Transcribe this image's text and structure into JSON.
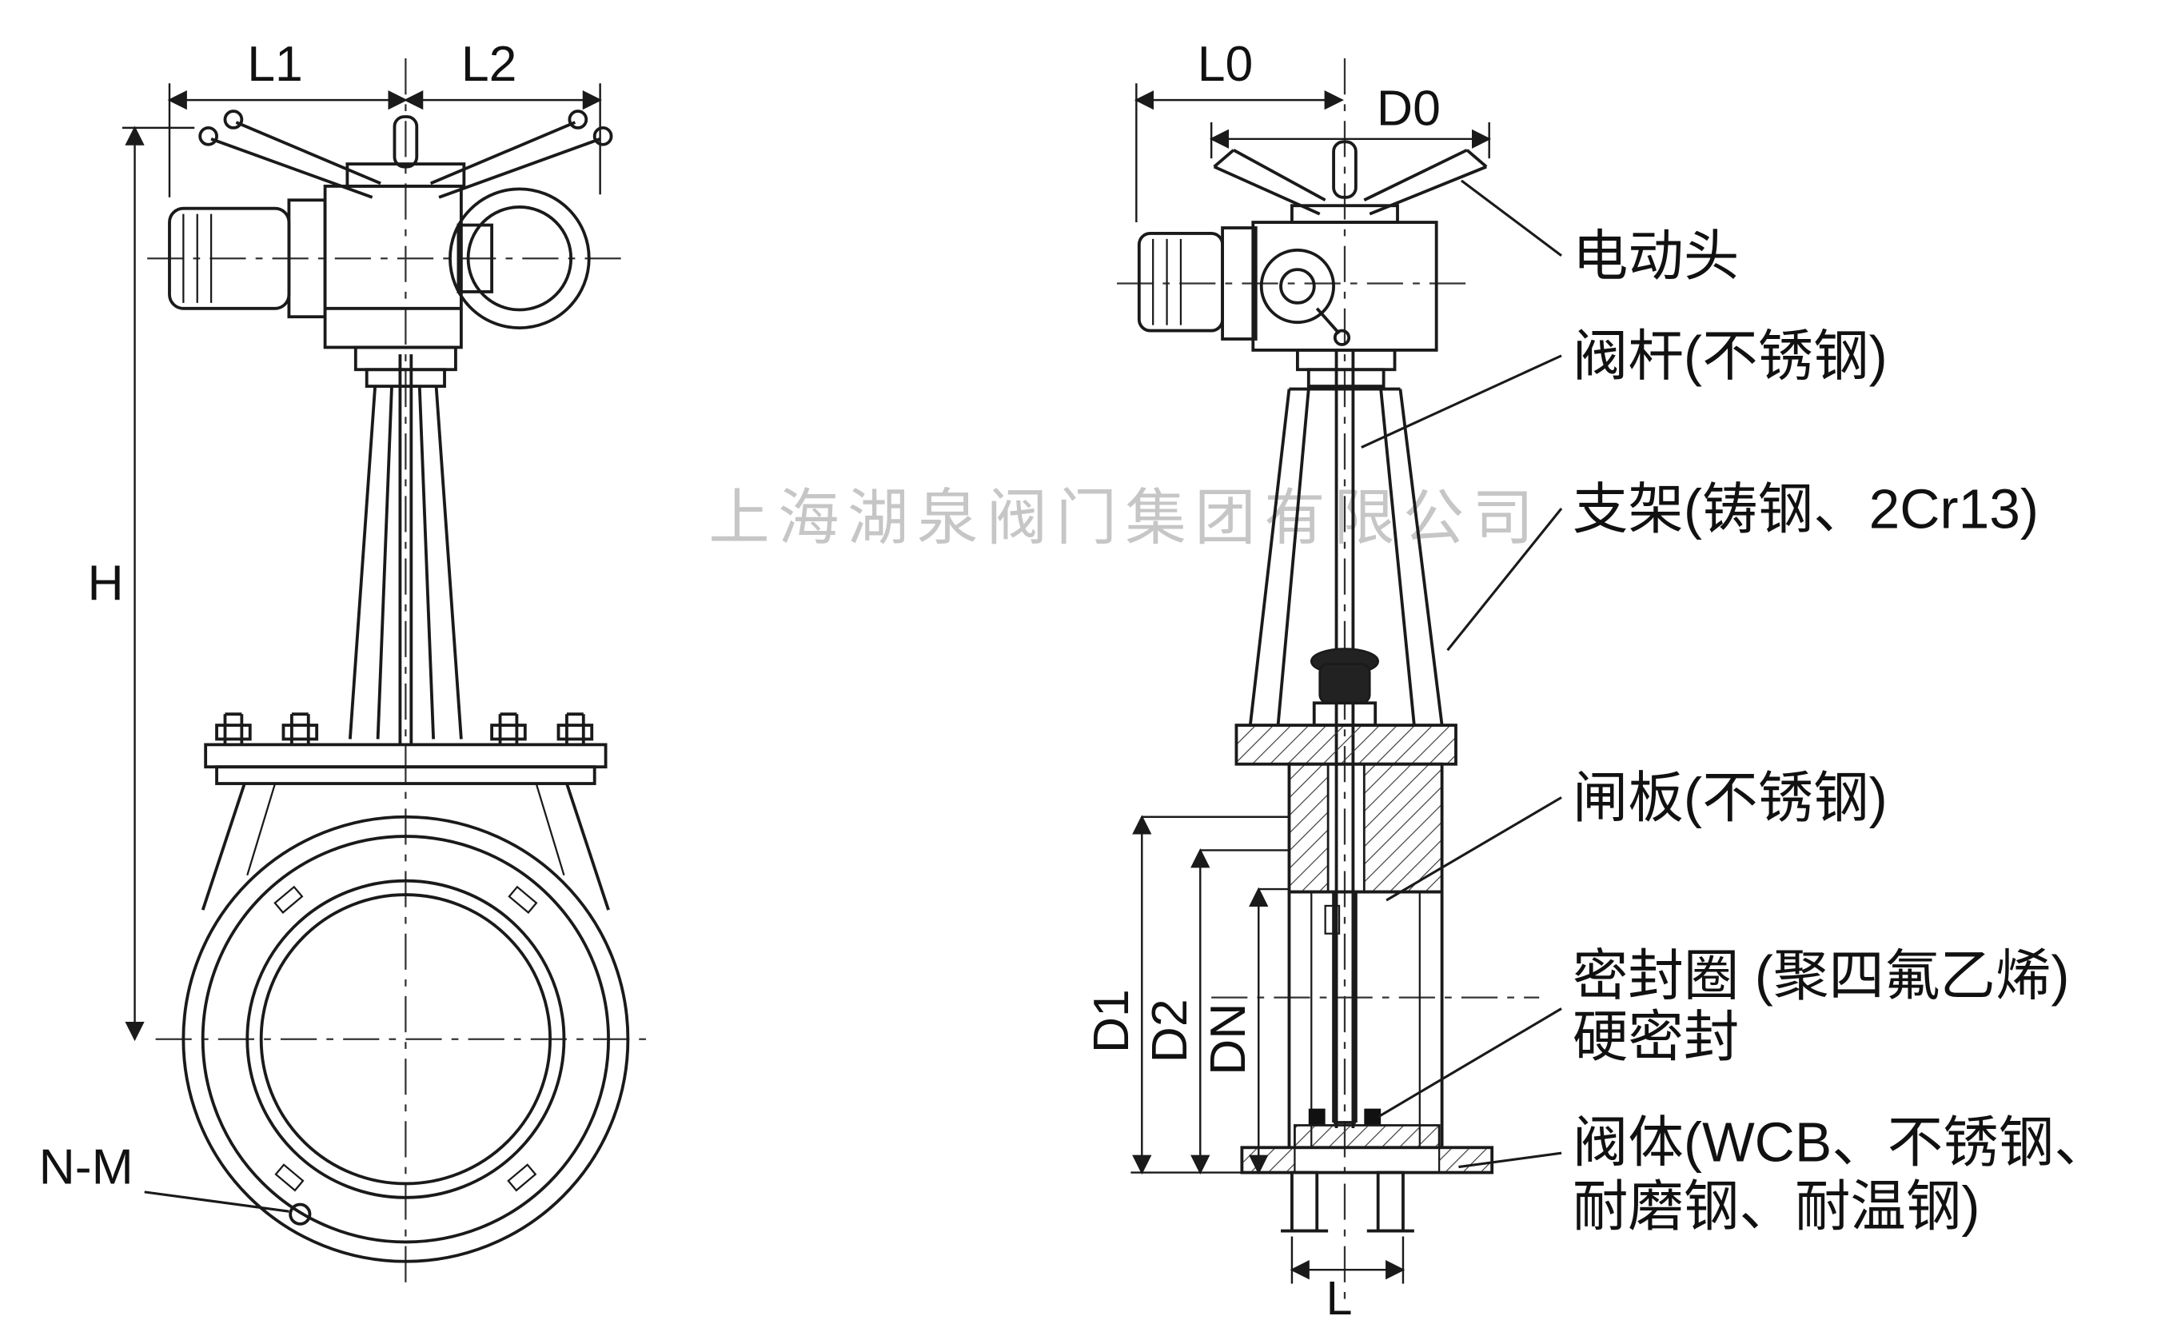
{
  "colors": {
    "ink": "#1a1a1a",
    "watermark": "#8f8f8f",
    "background": "#ffffff"
  },
  "watermark": {
    "text": "上海湖泉阀门集团有限公司"
  },
  "front_view": {
    "dim_L1": "L1",
    "dim_L2": "L2",
    "dim_H": "H",
    "dim_NM": "N-M"
  },
  "side_view": {
    "dim_L0": "L0",
    "dim_D0": "D0",
    "dim_D1": "D1",
    "dim_D2": "D2",
    "dim_DN": "DN",
    "dim_L": "L"
  },
  "annotations": {
    "actuator": "电动头",
    "stem": "阀杆(不锈钢)",
    "bracket": "支架(铸钢、2Cr13)",
    "gate": "闸板(不锈钢)",
    "seal_line1": "密封圈 (聚四氟乙烯)",
    "seal_line2": "硬密封",
    "body_line1": "阀体(WCB、不锈钢、",
    "body_line2": "耐磨钢、耐温钢)"
  }
}
